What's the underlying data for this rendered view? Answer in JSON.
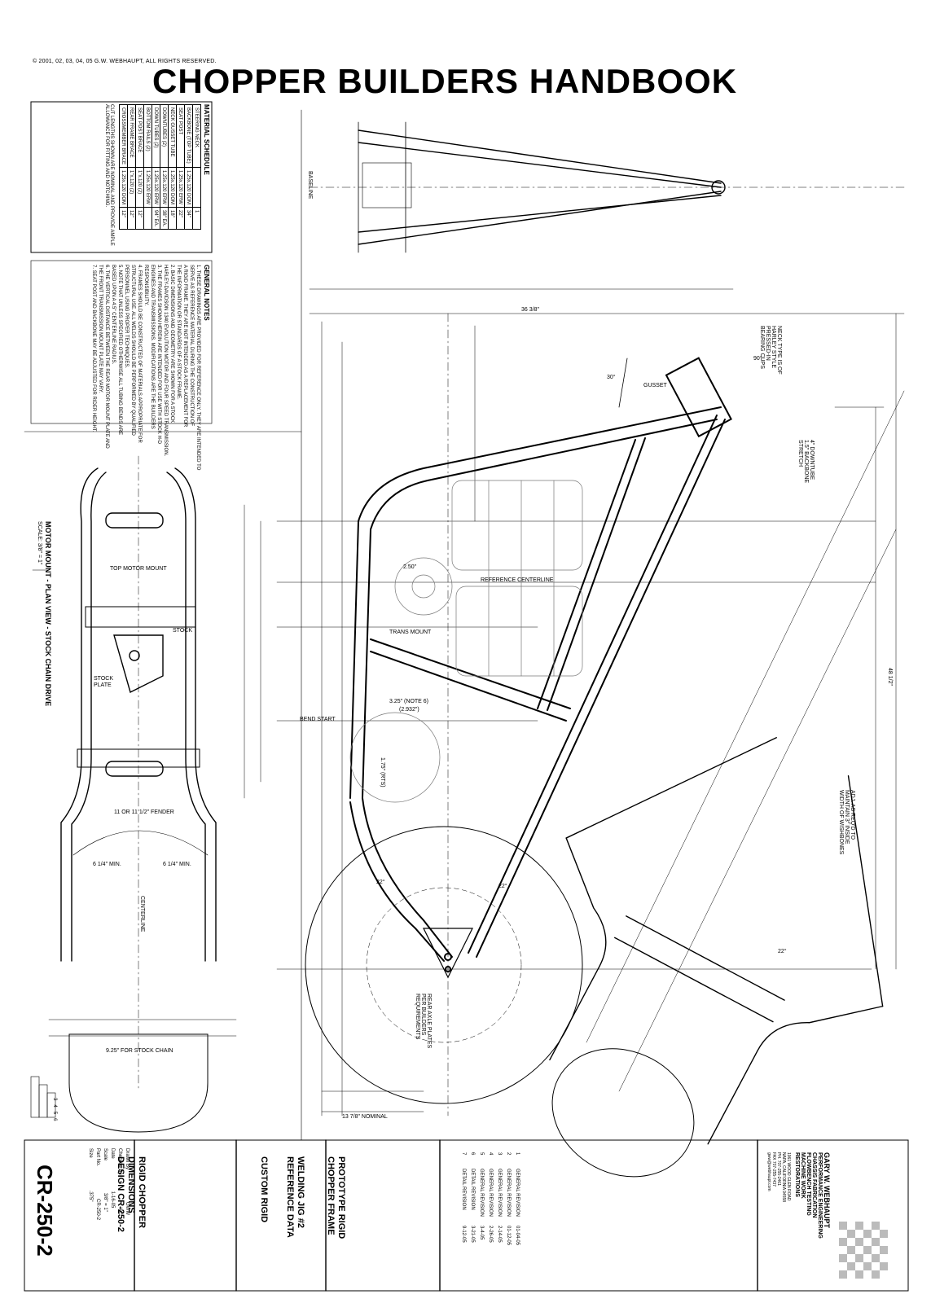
{
  "header": {
    "copyright": "© 2001, 02, 03, 04, 05  G.W. WEBHAUPT, ALL RIGHTS RESERVED.",
    "title": "CHOPPER BUILDERS HANDBOOK"
  },
  "material_schedule": {
    "title": "MATERIAL SCHEDULE",
    "rows": [
      {
        "item": "STEERING NECK",
        "size": "",
        "qty": "1"
      },
      {
        "item": "BACKBONE (TOP TUBE)",
        "size": "1.25x.120 DOM",
        "qty": "34\""
      },
      {
        "item": "SEAT POST",
        "size": "1.25x.120 ERW",
        "qty": "22\""
      },
      {
        "item": "NECK GUSSET TUBE",
        "size": "1.25x.120 DOM",
        "qty": "18\""
      },
      {
        "item": "DOWNTUBES (2)",
        "size": "1.25x.120 ERW",
        "qty": "38\" EA."
      },
      {
        "item": "DOWN TUBES (2)",
        "size": "1.25x.120 ERW",
        "qty": "94\" EA."
      },
      {
        "item": "BOTTOM RAILS (2)",
        "size": "1.25x.120 ERW",
        "qty": ""
      },
      {
        "item": "SEAT POST BRACE",
        "size": "1\"x.120 (2)",
        "qty": "12\""
      },
      {
        "item": "REAR FRAME BRACE",
        "size": "1\"x.120 (2)",
        "qty": "12\""
      },
      {
        "item": "CROSSMEMBER BRACE",
        "size": "1.25x.120 DOM",
        "qty": "12\""
      }
    ],
    "footnote": "CUT LENGTHS SHOWN ARE NOMINAL AND PROVIDE AMPLE ALLOWANCE FOR FITTING AND NOTCHING."
  },
  "general_notes": {
    "title": "GENERAL NOTES",
    "lines": [
      "1. THESE DRAWINGS ARE PROVIDED FOR REFERENCE ONLY. THEY ARE INTENDED TO",
      "   SERVE AS REFERENCE MATERIAL DURING THE CONSTRUCTION OF",
      "   A RIGID FRAME. THEY ARE NOT INTENDED AS A REPLACEMENT FOR",
      "   THE INFORMATION OR STANDARDS OF A STOCK FRAME.",
      "2. BASIC DIMENSIONS AND GEOMETRY ARE SHOWN FOR A STOCK",
      "   HARLEY-DAVIDSON 1340 EVOLUTION MOTOR AND FOUR SPEED TRANSMISSION.",
      "3. THE FRAMES SHOWN HEREIN ARE INTENDED FOR USE WITH STOCK H-D",
      "   ENGINES AND TRANSMISSIONS. MODIFICATIONS ARE THE BUILDERS",
      "   RESPONSIBILITY.",
      "4. FRAMES SHOULD BE CONSTRUCTED OF MATERIALS APPROPRIATE FOR",
      "   STRUCTURAL USE. ALL WELDS SHOULD BE PERFORMED BY QUALIFIED",
      "   PERSONNEL USING PROPER TECHNIQUES.",
      "5. NOTE THAT UNLESS SPECIFIED OTHERWISE ALL TUBING BENDS ARE",
      "   BASED UPON A 4.5\" CENTERLINE RADIUS.",
      "6. THE VERTICAL DISTANCE BETWEEN THE REAR MOTOR MOUNT PLATE AND",
      "   THE FRONT TRANSMISSION MOUNT PLATE MAY VARY.",
      "7. SEAT POST AND BACKBONE MAY BE ADJUSTED FOR RIDER HEIGHT."
    ]
  },
  "drawings": {
    "plan_view_title": "MOTOR MOUNT - PLAN VIEW - STOCK CHAIN DRIVE",
    "plan_view_scale": "SCALE: 3/8\" = 1\"",
    "labels": {
      "baseline": "BASELINE",
      "reference_centerline": "REFERENCE CENTERLINE",
      "bend_start": "BEND START",
      "fender": "11 OR 11 1/2\" FENDER",
      "stock_chain": "9.25\" FOR STOCK CHAIN",
      "top_motor_mount": "TOP MOTOR MOUNT",
      "centerline": "CENTERLINE",
      "min1": "6 1/4\" MIN.",
      "min2": "6 1/4\" MIN.",
      "dim_top": "36 3/8\"",
      "dim_right": "48 1/2\"",
      "dim_wheelbase": "13 7/8\" NOMINAL",
      "notch_note": "NECK TYPE IS OF HARLEY STYLE PRESSED-IN BEARING CUPS",
      "trans_note": "TRANS MOUNT",
      "gusset": "GUSSET",
      "axle_note": "REAR AXLE PLATES PER BUILDERS REQUIREMENTS",
      "rake": "4\" DOWNTUBE 1.5\" BACKBONE STRETCH",
      "wishbone": "ADJ. AS REQ'D TO MAINTAIN 3\" INSIDE WIDTH OF WISHBONES",
      "dim_2_50": "2.50\"",
      "dim_3_25": "3.25\" (NOTE 6)",
      "dim_2_93": "(2.932\")",
      "dim_1_75": "1.75\" (RTS)",
      "stock_1": "STOCK",
      "stock_2": "STOCK",
      "plate": "PLATE",
      "angle_1": "30°",
      "angle_2": "22°",
      "angle_3": "22°",
      "angle_4": "22°",
      "angle_5": "90°"
    }
  },
  "title_block": {
    "part_number": "CR-250-2",
    "fields": [
      {
        "label": "Drawn By",
        "value": "GWW"
      },
      {
        "label": "Checked By",
        "value": "HC"
      },
      {
        "label": "Date",
        "value": "1-16-05"
      },
      {
        "label": "Scale",
        "value": "3/8\" = 1\""
      },
      {
        "label": "Part No.",
        "value": "CR-250-2"
      },
      {
        "label": "Size",
        "value": ".375\""
      }
    ],
    "description_lines": [
      "RIGID CHOPPER",
      "DIMENSIONS",
      "DESIGN CR-250-2"
    ],
    "project_line": "CUSTOM RIGID",
    "jig_lines": [
      "WELDING JIG #2",
      "REFERENCE DATA"
    ],
    "frame_lines": [
      "PROTOTYPE RIGID",
      "CHOPPER FRAME"
    ],
    "revisions": [
      {
        "rev": "1",
        "desc": "GENERAL REVISION",
        "date": "01-04-05"
      },
      {
        "rev": "2",
        "desc": "GENERAL REVISION",
        "date": "01-12-05"
      },
      {
        "rev": "3",
        "desc": "GENERAL REVISION",
        "date": "2-14-05"
      },
      {
        "rev": "4",
        "desc": "GENERAL REVISION",
        "date": "2-26-05"
      },
      {
        "rev": "5",
        "desc": "GENERAL REVISION",
        "date": "3-4-05"
      },
      {
        "rev": "6",
        "desc": "DETAIL REVISION",
        "date": "3-21-05"
      },
      {
        "rev": "7",
        "desc": "DETAIL REVISION",
        "date": "9-12-05"
      }
    ],
    "company": {
      "name": "GARY W. WEBHAUPT",
      "services": [
        "PERFORMANCE ENGINEERING",
        "CHASSIS FABRICATION",
        "FLOWBENCH TESTING",
        "MACHINE WORK",
        "RESTORATIONS"
      ],
      "address": [
        "1961 WOOD GLEN ROAD",
        "NAPA, CALIFORNIA 94558",
        "PH. 707-255-2461",
        "FAX 707-255-7437",
        "gww@webhaupt.com"
      ]
    },
    "sheet_numbers": [
      "3",
      "4",
      "5",
      "6"
    ]
  }
}
